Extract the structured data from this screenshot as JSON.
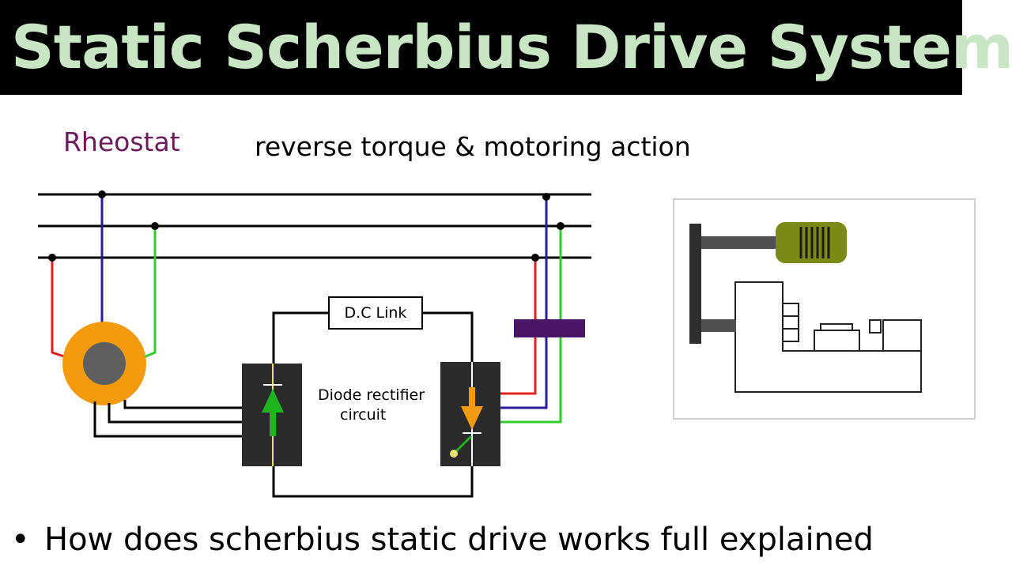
{
  "title": "Static Scherbius Drive System",
  "labels": {
    "rheostat": "Rheostat",
    "caption": "reverse torque & motoring action",
    "dc_link": "D.C Link",
    "rectifier_line1": "Diode rectifier",
    "rectifier_line2": "circuit"
  },
  "bottom_text": "How does scherbius static drive works full explained",
  "bullet": "•",
  "colors": {
    "title_bg": "#000000",
    "title_text": "#c8e6c4",
    "rheostat_text": "#6a1b5a",
    "phase_red": "#e02020",
    "phase_blue": "#2a1aa0",
    "phase_green": "#2ecc2e",
    "motor_ring": "#f59a0c",
    "motor_core": "#5e5e5e",
    "converter_box": "#2b2b2b",
    "diode_green": "#1fb51f",
    "diode_orange": "#f59a0c",
    "transformer": "#4a1566",
    "machine_motor": "#7a8a14"
  },
  "icons": {
    "motor": "induction-motor-icon",
    "rectifier_diode": "diode-icon",
    "inverter_thyristor": "thyristor-icon",
    "transformer": "transformer-icon",
    "machine": "machine-drive-icon"
  }
}
